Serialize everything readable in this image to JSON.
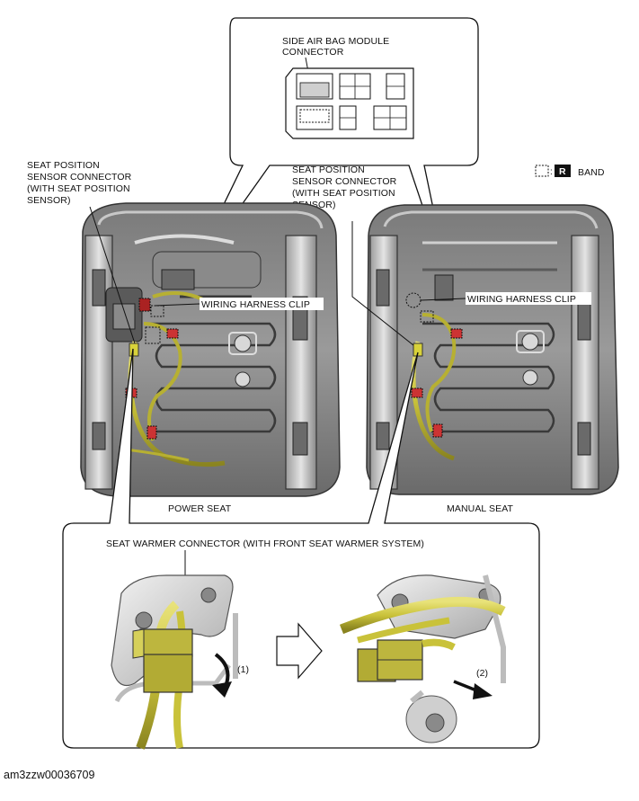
{
  "labels": {
    "side_airbag": [
      "SIDE AIR BAG MODULE",
      "CONNECTOR"
    ],
    "seat_pos_left": [
      "SEAT POSITION",
      "SENSOR CONNECTOR",
      "(WITH SEAT POSITION",
      "SENSOR)"
    ],
    "seat_pos_right": [
      "SEAT POSITION",
      "SENSOR CONNECTOR",
      "(WITH SEAT POSITION",
      "SENSOR)"
    ],
    "band_legend": {
      "symbol": "R",
      "text": "BAND"
    },
    "harness_clip_left": "WIRING HARNESS CLIP",
    "harness_clip_right": "WIRING HARNESS CLIP",
    "power_seat": "POWER SEAT",
    "manual_seat": "MANUAL SEAT",
    "seat_warmer": "SEAT WARMER CONNECTOR (WITH FRONT SEAT WARMER SYSTEM)",
    "step1": "(1)",
    "step2": "(2)"
  },
  "caption": "am3zzw00036709",
  "colors": {
    "harness": "#c9c23a",
    "connector": "#b8b23a",
    "metal_dark": "#555555",
    "metal_light": "#c8c8c8",
    "line": "#111111"
  }
}
